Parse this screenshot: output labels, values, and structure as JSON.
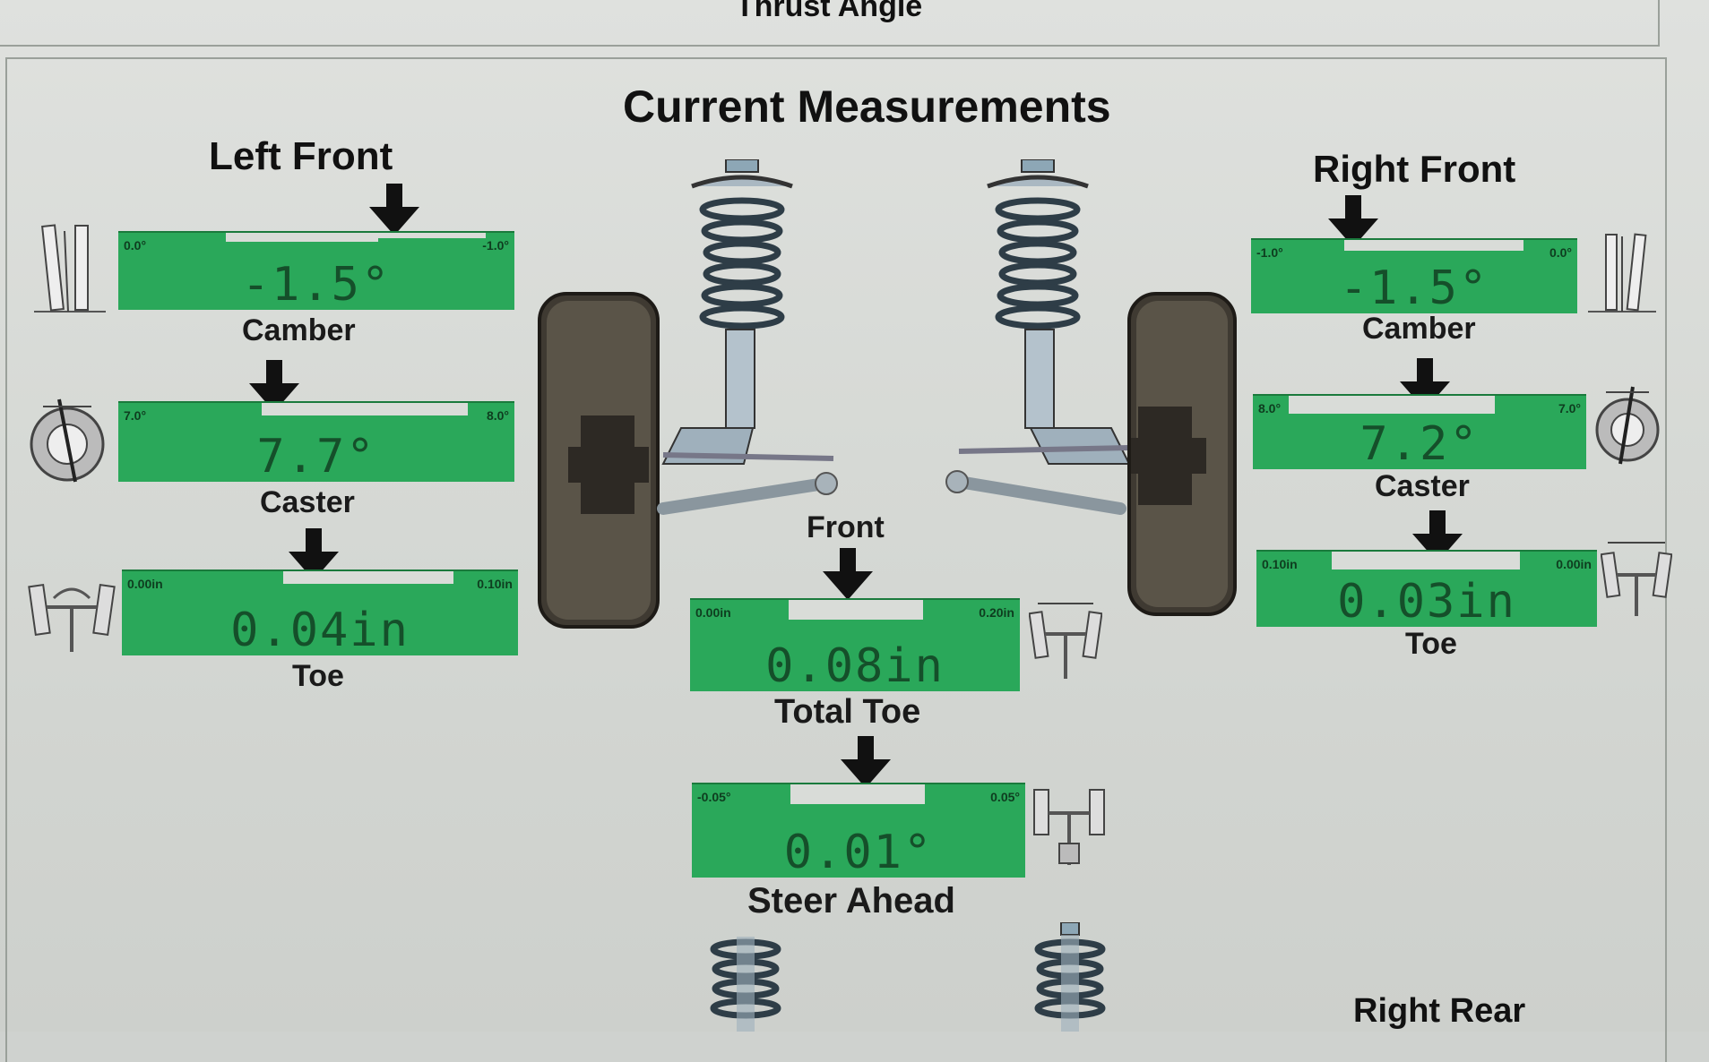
{
  "header": {
    "thrust_angle": "Thrust Angle"
  },
  "title": "Current Measurements",
  "left_front": {
    "title": "Left Front",
    "camber": {
      "label": "Camber",
      "value": "-1.5°",
      "lo": "0.0°",
      "hi": "-1.0°"
    },
    "caster": {
      "label": "Caster",
      "value": "7.7°",
      "lo": "7.0°",
      "hi": "8.0°"
    },
    "toe": {
      "label": "Toe",
      "value": "0.04in",
      "lo": "0.00in",
      "hi": "0.10in"
    }
  },
  "right_front": {
    "title": "Right Front",
    "camber": {
      "label": "Camber",
      "value": "-1.5°",
      "lo": "-1.0°",
      "hi": "0.0°"
    },
    "caster": {
      "label": "Caster",
      "value": "7.2°",
      "lo": "8.0°",
      "hi": "7.0°"
    },
    "toe": {
      "label": "Toe",
      "value": "0.03in",
      "lo": "0.10in",
      "hi": "0.00in"
    }
  },
  "front": {
    "label": "Front",
    "total_toe": {
      "label": "Total Toe",
      "value": "0.08in",
      "lo": "0.00in",
      "hi": "0.20in"
    },
    "steer_ahead": {
      "label": "Steer Ahead",
      "value": "0.01°",
      "lo": "-0.05°",
      "hi": "0.05°"
    }
  },
  "right_rear": {
    "title": "Right Rear"
  },
  "colors": {
    "gauge_green": "#2aa85a",
    "text": "#111111"
  },
  "icons": [
    "camber-icon",
    "caster-icon",
    "toe-icon",
    "total-toe-icon",
    "steer-ahead-icon",
    "down-arrow-icon",
    "strut-assembly-icon",
    "wheel-icon"
  ]
}
